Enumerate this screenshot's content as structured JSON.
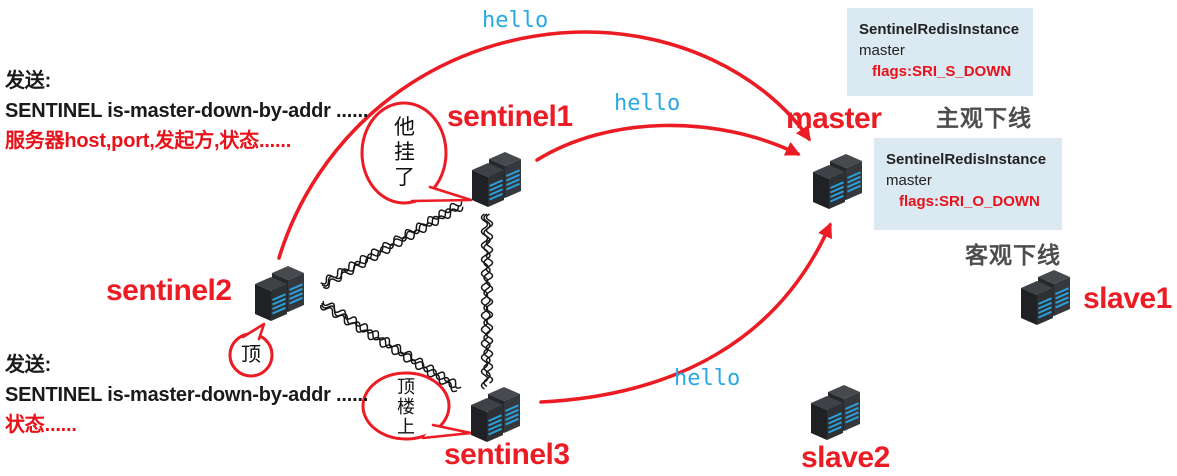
{
  "colors": {
    "red_accent": "#ec1c24",
    "hello_blue": "#29a9e1",
    "info_box_bg": "#dbe9f2",
    "caption_gray": "#4d4d4f"
  },
  "annotations": {
    "block1": {
      "title": "发送:",
      "command": "SENTINEL is-master-down-by-addr ......",
      "detail": "服务器host,port,发起方,状态......"
    },
    "block2": {
      "title": "发送:",
      "command": "SENTINEL is-master-down-by-addr ......",
      "detail": "状态......"
    }
  },
  "nodes": {
    "sentinel1": {
      "label": "sentinel1",
      "bubble": "他挂了"
    },
    "sentinel2": {
      "label": "sentinel2",
      "bubble": "顶"
    },
    "sentinel3": {
      "label": "sentinel3",
      "bubble": "顶楼上"
    },
    "master": {
      "label": "master"
    },
    "slave1": {
      "label": "slave1"
    },
    "slave2": {
      "label": "slave2"
    }
  },
  "hello_labels": [
    "hello",
    "hello",
    "hello"
  ],
  "status_boxes": {
    "subjective": {
      "title": "SentinelRedisInstance",
      "instance": "master",
      "flags": "flags:SRI_S_DOWN",
      "caption": "主观下线"
    },
    "objective": {
      "title": "SentinelRedisInstance",
      "instance": "master",
      "flags": "flags:SRI_O_DOWN",
      "caption": "客观下线"
    }
  },
  "scribble_edges": [
    [
      322,
      285,
      464,
      203
    ],
    [
      322,
      303,
      461,
      390
    ],
    [
      487,
      214,
      487,
      389
    ]
  ]
}
